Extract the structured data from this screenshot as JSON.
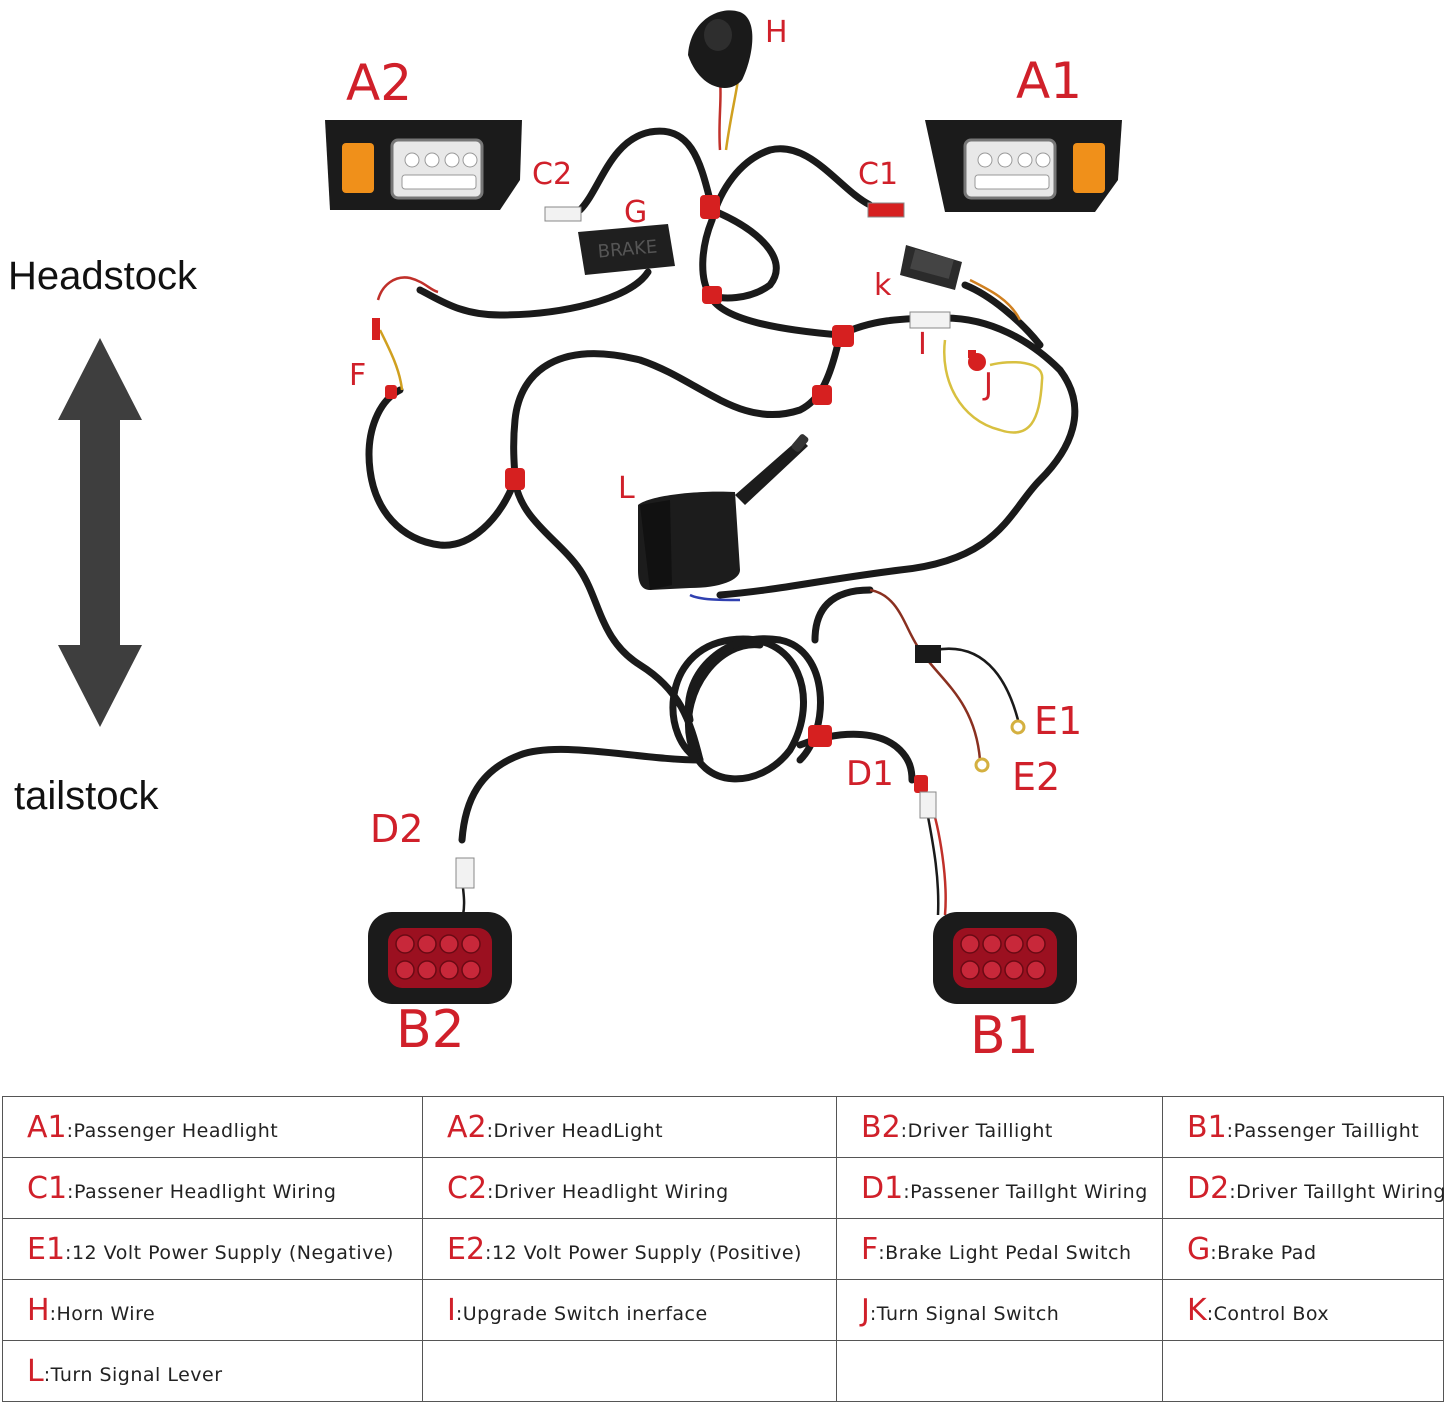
{
  "orientation": {
    "top_label": "Headstock",
    "bottom_label": "tailstock"
  },
  "diagram_labels": {
    "A1": "A1",
    "A2": "A2",
    "B1": "B1",
    "B2": "B2",
    "C1": "C1",
    "C2": "C2",
    "D1": "D1",
    "D2": "D2",
    "E1": "E1",
    "E2": "E2",
    "F": "F",
    "G": "G",
    "H": "H",
    "I": "I",
    "J": "J",
    "K": "k",
    "L": "L",
    "brake_pad_text": "BRAKE"
  },
  "legend": {
    "rows": [
      [
        {
          "code": "A1",
          "sep": ":",
          "desc": "Passenger Headlight"
        },
        {
          "code": "A2",
          "sep": ":",
          "desc": "Driver HeadLight"
        },
        {
          "code": "B2",
          "sep": ":",
          "desc": "Driver Taillight"
        },
        {
          "code": "B1",
          "sep": ":",
          "desc": "Passenger Taillight"
        }
      ],
      [
        {
          "code": "C1",
          "sep": ":",
          "desc": "Passener Headlight Wiring"
        },
        {
          "code": "C2",
          "sep": ":",
          "desc": "Driver Headlight Wiring"
        },
        {
          "code": "D1",
          "sep": ":",
          "desc": "Passener Taillght Wiring"
        },
        {
          "code": "D2",
          "sep": ":",
          "desc": "Driver Taillght Wiring"
        }
      ],
      [
        {
          "code": "E1",
          "sep": ":",
          "desc": "12 Volt Power Supply (Negative)"
        },
        {
          "code": "E2",
          "sep": ":",
          "desc": "12 Volt Power Supply (Positive)"
        },
        {
          "code": "F",
          "sep": ":",
          "desc": "Brake Light Pedal Switch"
        },
        {
          "code": "G",
          "sep": ":",
          "desc": "Brake Pad"
        }
      ],
      [
        {
          "code": "H",
          "sep": ":",
          "desc": "Horn Wire"
        },
        {
          "code": "I",
          "sep": ":",
          "desc": "Upgrade Switch inerface"
        },
        {
          "code": "J",
          "sep": ":",
          "desc": "Turn Signal Switch"
        },
        {
          "code": "K",
          "sep": ":",
          "desc": "Control Box"
        }
      ],
      [
        {
          "code": "L",
          "sep": ":",
          "desc": "Turn Signal Lever"
        },
        {
          "code": "",
          "sep": "",
          "desc": ""
        },
        {
          "code": "",
          "sep": "",
          "desc": ""
        },
        {
          "code": "",
          "sep": "",
          "desc": ""
        }
      ]
    ]
  },
  "colors": {
    "label_red": "#d0202a",
    "wire_black": "#1a1a1a",
    "arrow_gray": "#3e3e3e",
    "amber": "#f0901a",
    "taillight_red": "#9b1020"
  }
}
